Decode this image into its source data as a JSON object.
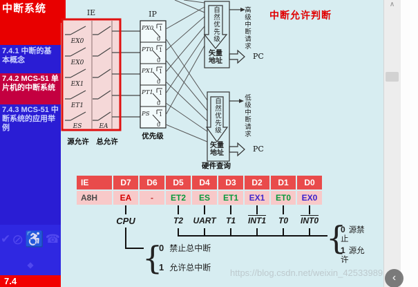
{
  "sidebar": {
    "title": "中断系统",
    "items": [
      {
        "label": "7.4.1 中断的基本概念"
      },
      {
        "label": "7.4.2 MCS-51 单片机的中断系统"
      },
      {
        "label": "7.4.3 MCS-51 中断系统的应用举例"
      }
    ],
    "deco_icons": [
      "✔",
      "⊘",
      "♿",
      "☎",
      "◆"
    ],
    "footer": "7.4"
  },
  "diagram": {
    "heading": "中断允许判断",
    "ie": {
      "title": "IE",
      "switch_labels": [
        "EX0",
        "EX0",
        "EX1",
        "ET1",
        "ES"
      ],
      "master_label": "EA",
      "caption_source": "源允许",
      "caption_master": "总允许"
    },
    "ip": {
      "title": "IP",
      "bit_labels": [
        "PX0",
        "PT0",
        "PX1",
        "PT1",
        "PS"
      ],
      "level_one": "1",
      "level_zero": "0",
      "caption": "优先级"
    },
    "high": {
      "priority": "自然优先级",
      "vector": "矢量地址",
      "request": "高级中断请求",
      "pc": "PC"
    },
    "low": {
      "priority": "自然优先级",
      "vector": "矢量地址",
      "request": "低级中断请求",
      "pc": "PC",
      "caption": "硬件查询"
    }
  },
  "table": {
    "register": "IE",
    "address": "A8H",
    "bit_headers": [
      "D7",
      "D6",
      "D5",
      "D4",
      "D3",
      "D2",
      "D1",
      "D0"
    ],
    "bits": [
      {
        "name": "EA",
        "color": "#d40000"
      },
      {
        "name": "-",
        "color": "#c03030"
      },
      {
        "name": "ET2",
        "color": "#089a3c"
      },
      {
        "name": "ES",
        "color": "#089a3c"
      },
      {
        "name": "ET1",
        "color": "#089a3c"
      },
      {
        "name": "EX1",
        "color": "#4028cc"
      },
      {
        "name": "ET0",
        "color": "#089a3c"
      },
      {
        "name": "EX0",
        "color": "#3a20cc"
      }
    ],
    "sources": [
      "CPU",
      "T2",
      "UART",
      "T1",
      "INT1",
      "T0",
      "INT0"
    ]
  },
  "legend": {
    "brace": "{",
    "master": [
      {
        "bit": "0",
        "text": "禁止总中断"
      },
      {
        "bit": "1",
        "text": "允许总中断"
      }
    ],
    "source": [
      {
        "bit": "0",
        "text": "源禁止"
      },
      {
        "bit": "1",
        "text": "源允许"
      }
    ]
  },
  "watermark": "https://blog.csdn.net/weixin_42533989",
  "icons": {
    "scroll_up": "∧",
    "back": "‹"
  },
  "colors": {
    "accent_red": "#e00000",
    "sidebar_blue": "#2a1dd4",
    "active_item": "#c40040",
    "table_header": "#e94b4b",
    "table_row": "#f8c9c9",
    "content_bg": "#d7edf1"
  }
}
